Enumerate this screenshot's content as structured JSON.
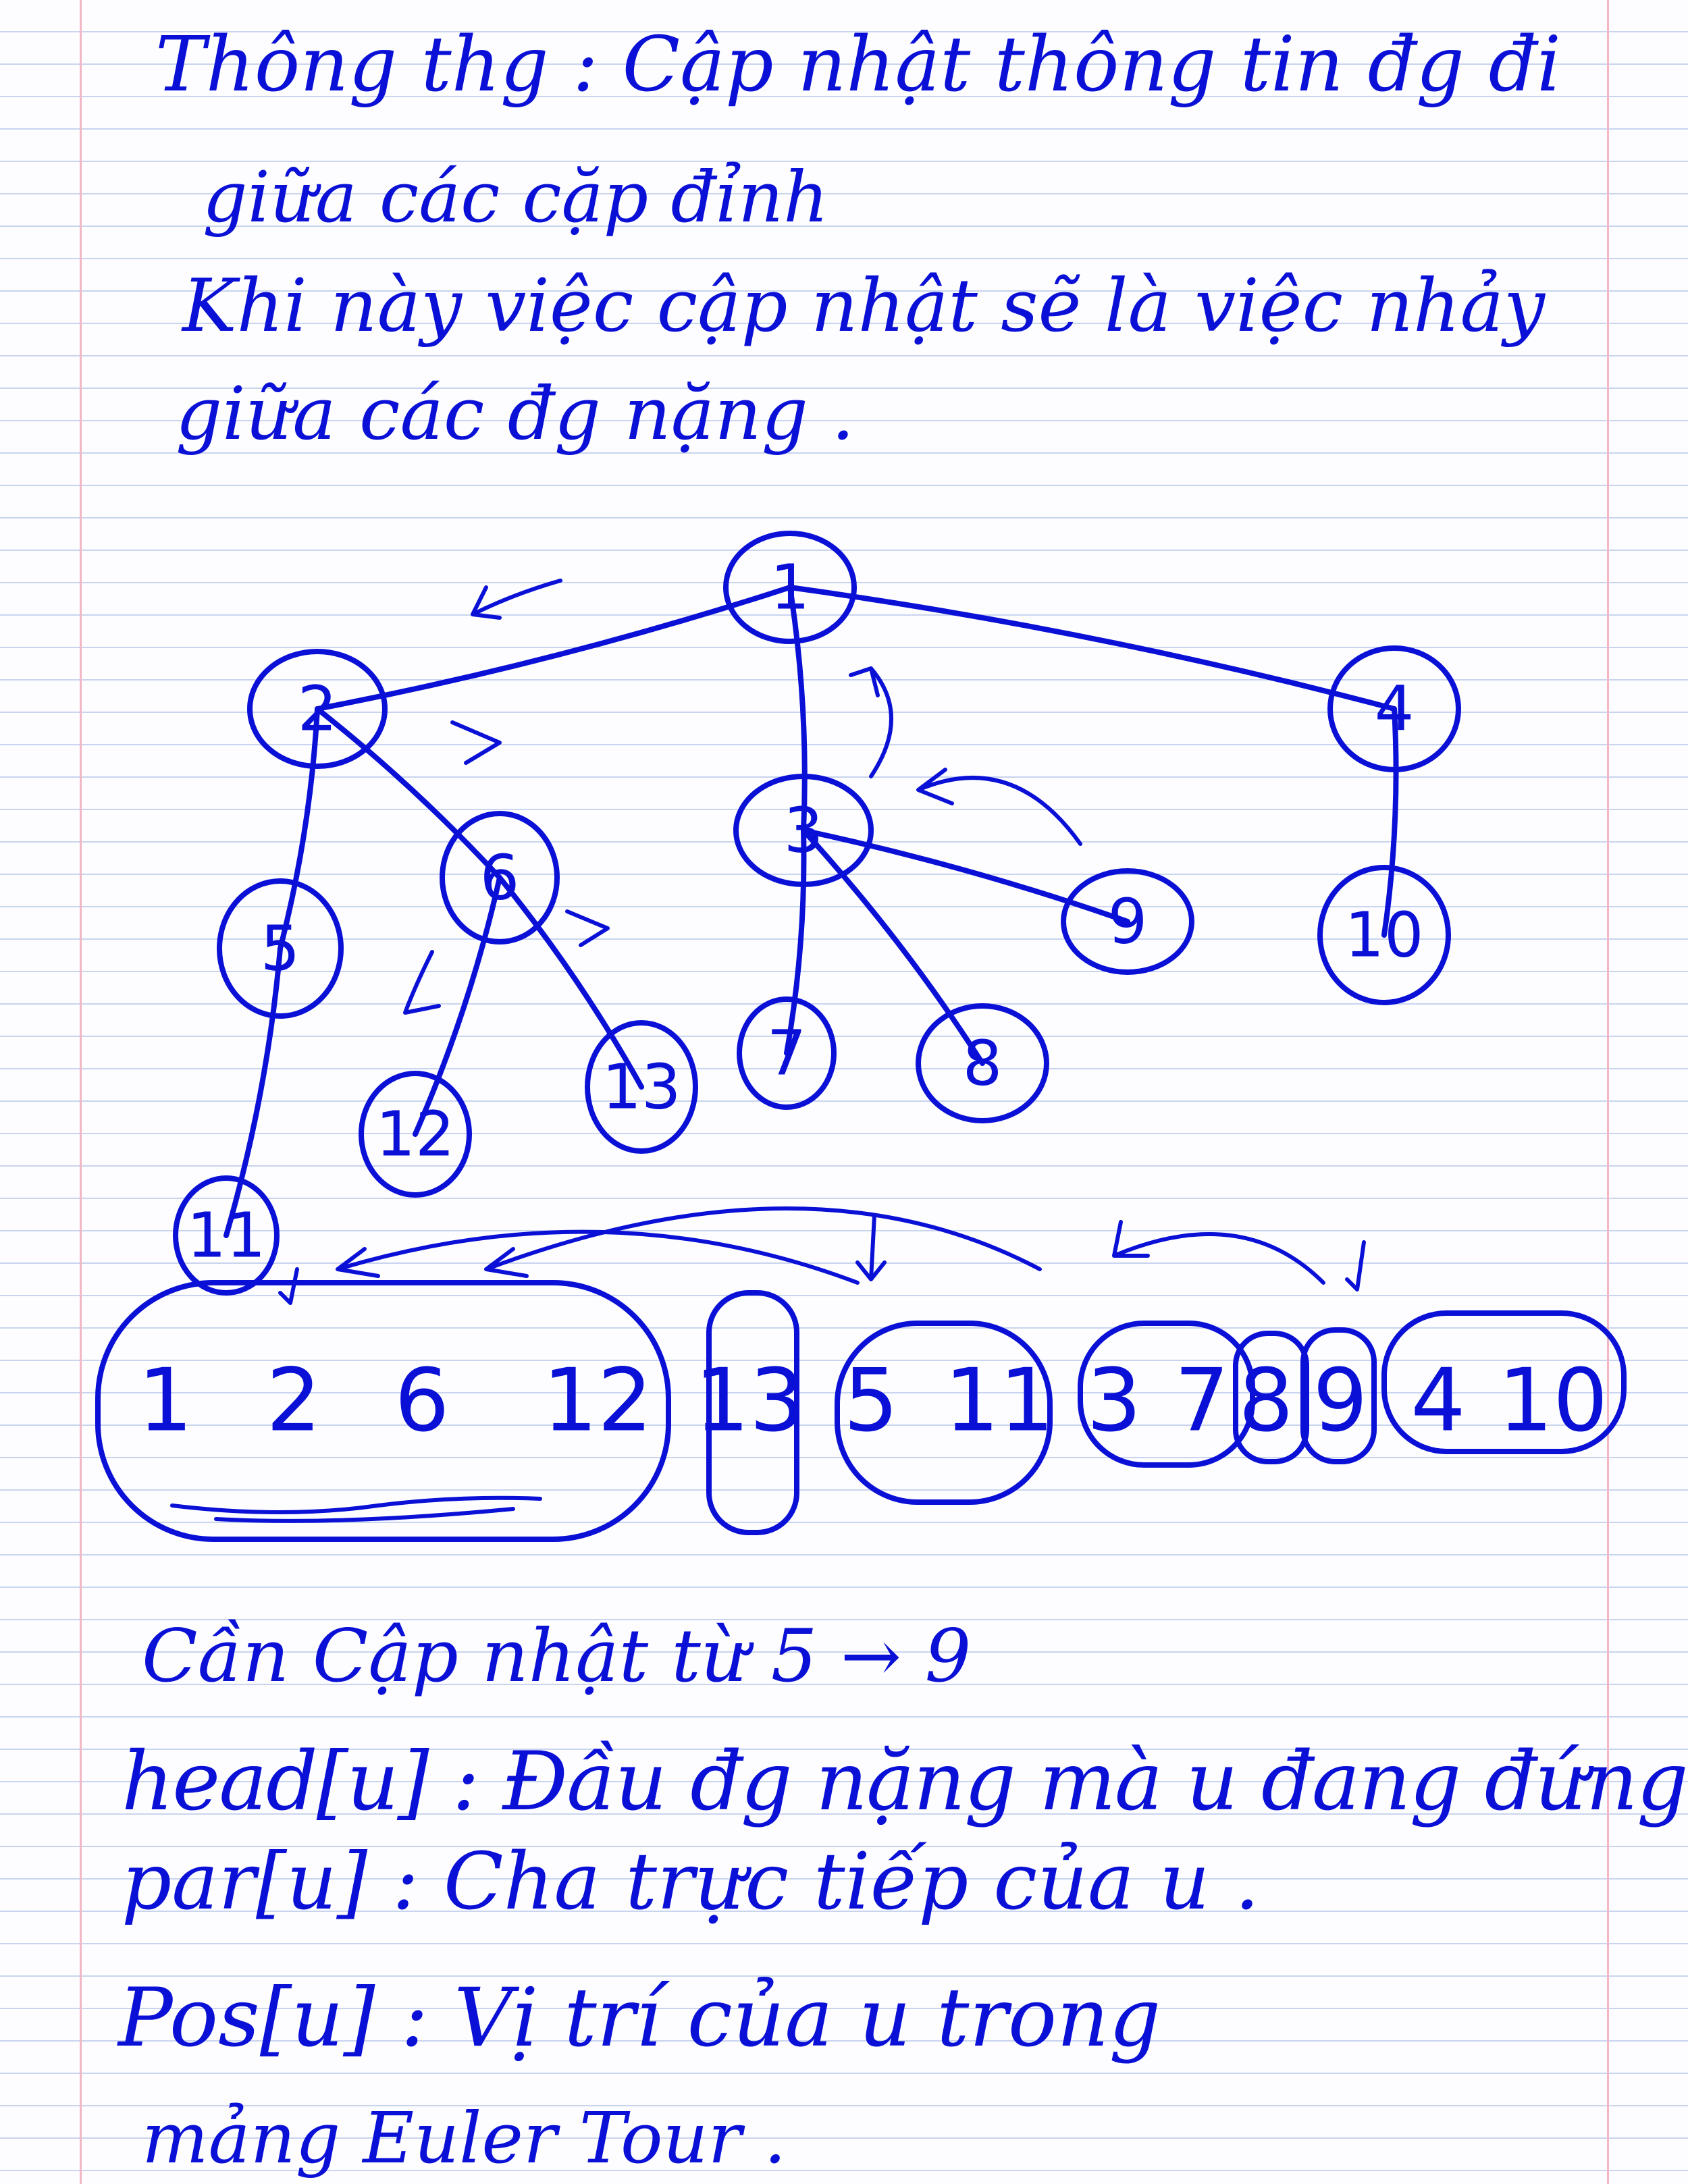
{
  "colors": {
    "ink": "#0a10d6",
    "paper": "#fdfdff",
    "rule": "#c9d4ee",
    "margin": "#f2b6c4"
  },
  "text": {
    "line1": "Thông thg : Cập nhật thông tin đg đi",
    "line2": "giữa các cặp đỉnh",
    "line3": "Khi này việc cập nhật sẽ là việc nhảy",
    "line4": "giữa các đg nặng .",
    "bottom1": "Cần Cập nhật từ 5 → 9",
    "bottom2": "head[u] : Đầu đg nặng mà u đang đứng",
    "bottom3": "par[u] : Cha trực tiếp của u .",
    "bottom4": "Pos[u] : Vị trí của u trong",
    "bottom5": "mảng Euler Tour ."
  },
  "tree": {
    "nodes": [
      "1",
      "2",
      "3",
      "4",
      "5",
      "6",
      "7",
      "8",
      "9",
      "10",
      "11",
      "12",
      "13"
    ],
    "edges": [
      [
        "1",
        "2"
      ],
      [
        "1",
        "3"
      ],
      [
        "1",
        "4"
      ],
      [
        "2",
        "5"
      ],
      [
        "2",
        "6"
      ],
      [
        "3",
        "7"
      ],
      [
        "3",
        "8"
      ],
      [
        "3",
        "9"
      ],
      [
        "4",
        "10"
      ],
      [
        "5",
        "11"
      ],
      [
        "6",
        "12"
      ],
      [
        "6",
        "13"
      ]
    ]
  },
  "euler_tour": [
    "1",
    "2",
    "6",
    "12",
    "13",
    "5",
    "11",
    "3",
    "7",
    "8",
    "9",
    "4",
    "10"
  ],
  "heavy_chains": [
    [
      "1",
      "2",
      "6",
      "12"
    ],
    [
      "13"
    ],
    [
      "5",
      "11"
    ],
    [
      "3",
      "7"
    ],
    [
      "8"
    ],
    [
      "9"
    ],
    [
      "4",
      "10"
    ]
  ]
}
